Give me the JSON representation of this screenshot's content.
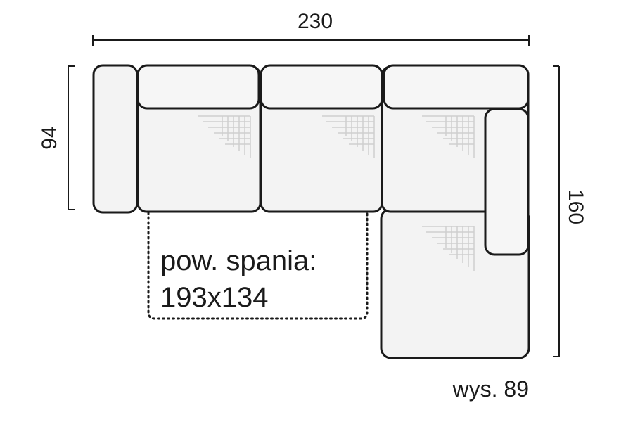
{
  "dimensions": {
    "width": "230",
    "depth": "94",
    "length": "160"
  },
  "sleeping_area": {
    "label": "pow. spania:",
    "size": "193x134"
  },
  "height": {
    "label": "wys. 89"
  },
  "colors": {
    "outline": "#1a1a1a",
    "upholstery": "#f3f3f3",
    "texture_mark": "#cfcfcf",
    "background": "#ffffff"
  }
}
